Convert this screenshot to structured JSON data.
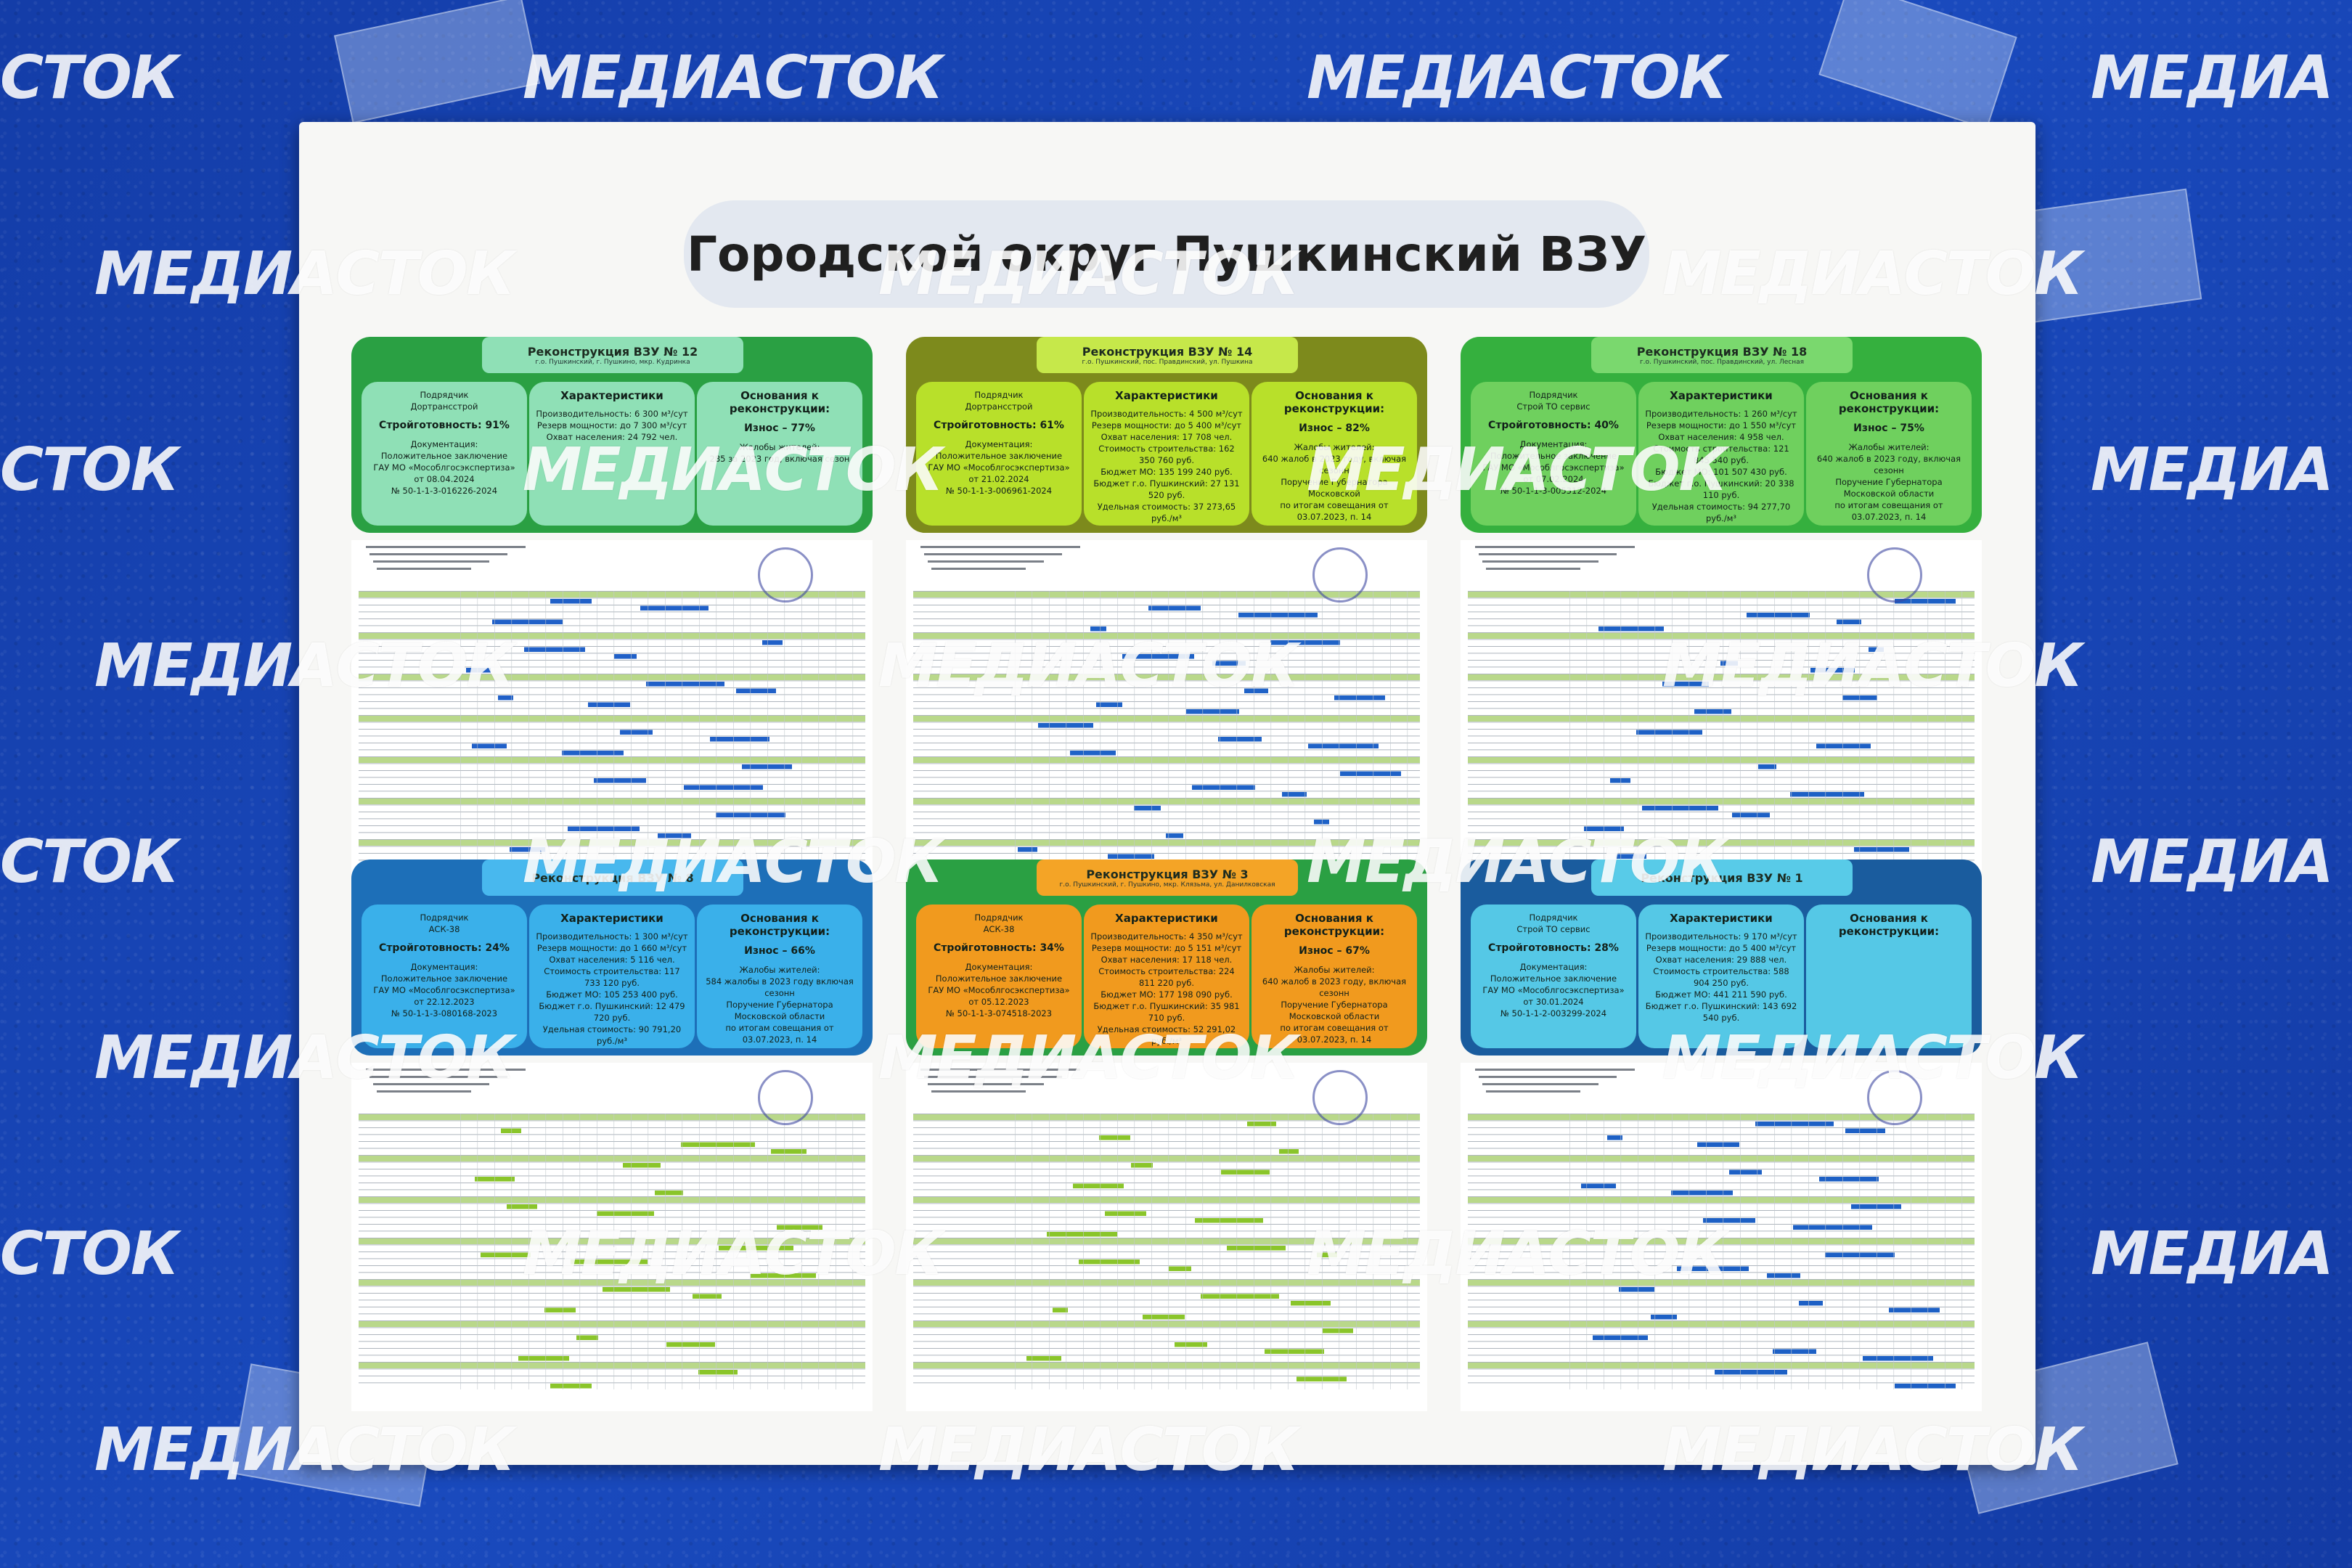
{
  "poster": {
    "title": "Городской округ Пушкинский ВЗУ"
  },
  "watermark": {
    "text": "МЕДИАСТОК",
    "partial_left": "СТОК",
    "partial_right": "МЕДИА"
  },
  "colors": {
    "wall": "#1747b8",
    "green_dark": "#1f9a3c",
    "green_mint": "#8fe0b6",
    "olive": "#7f8a1e",
    "lime": "#b8e02a",
    "bright_green": "#4cc63a",
    "blue_dark": "#1d6fb8",
    "sky": "#3ab0ea",
    "orange": "#f19a1e",
    "navy": "#1a5c9e",
    "cyan": "#55c8e6"
  },
  "panels": [
    {
      "title": "Реконструкция ВЗУ № 12",
      "address": "г.о. Пушкинский, г. Пушкино, мкр. Кудринка",
      "contractor": {
        "label": "Подрядчик",
        "name": "Дортрансстрой",
        "readiness": "Стройготовность: 91%",
        "doc_label": "Документация:",
        "doc_lines": [
          "Положительное заключение",
          "ГАУ МО «Мособлгосэкспертиза»",
          "от 08.04.2024",
          "№ 50-1-1-3-016226-2024"
        ]
      },
      "characteristics": {
        "label": "Характеристики",
        "lines": [
          "Производительность: 6 300 м³/сут",
          "Резерв мощности: до 7 300 м³/сут",
          "Охват населения: 24 792 чел."
        ]
      },
      "grounds": {
        "label": "Основания к реконструкции:",
        "wear": "Износ – 77%",
        "lines": [
          "Жалобы жителей:",
          "285 за 2023 год, включая сезон"
        ]
      }
    },
    {
      "title": "Реконструкция ВЗУ № 14",
      "address": "г.о. Пушкинский, пос. Правдинский, ул. Пушкина",
      "contractor": {
        "label": "Подрядчик",
        "name": "Дортрансстрой",
        "readiness": "Стройготовность: 61%",
        "doc_label": "Документация:",
        "doc_lines": [
          "Положительное заключение",
          "ГАУ МО «Мособлгосэкспертиза»",
          "от 21.02.2024",
          "№ 50-1-1-3-006961-2024"
        ]
      },
      "characteristics": {
        "label": "Характеристики",
        "lines": [
          "Производительность: 4 500 м³/сут",
          "Резерв мощности: до 5 400 м³/сут",
          "Охват населения: 17 708 чел.",
          "Стоимость строительства: 162 350 760 руб.",
          "Бюджет МО: 135 199 240 руб.",
          "Бюджет г.о. Пушкинский: 27 131 520 руб.",
          "Удельная стоимость: 37 273,65 руб./м³"
        ]
      },
      "grounds": {
        "label": "Основания к реконструкции:",
        "wear": "Износ – 82%",
        "lines": [
          "Жалобы жителей:",
          "640 жалоб в 2023 году, включая сезонн",
          "Поручение Губернатора Московской",
          "по итогам совещания от 03.07.2023, п. 14"
        ]
      }
    },
    {
      "title": "Реконструкция ВЗУ № 18",
      "address": "г.о. Пушкинский, пос. Правдинский, ул. Лесная",
      "contractor": {
        "label": "Подрядчик",
        "name": "Строй ТО сервис",
        "readiness": "Стройготовность: 40%",
        "doc_label": "Документация:",
        "doc_lines": [
          "Положительное заключение",
          "ГАУ МО «Мособлгосэкспертиза»",
          "от 07.02.2024",
          "№ 50-1-1-3-005312-2024"
        ]
      },
      "characteristics": {
        "label": "Характеристики",
        "lines": [
          "Производительность: 1 260 м³/сут",
          "Резерв мощности: до 1 550 м³/сут",
          "Охват населения: 4 958 чел.",
          "Стоимость строительства: 121 845 540 руб.",
          "Бюджет МО: 101 507 430 руб.",
          "Бюджет г.о. Пушкинский: 20 338 110 руб.",
          "Удельная стоимость: 94 277,70 руб./м³"
        ]
      },
      "grounds": {
        "label": "Основания к реконструкции:",
        "wear": "Износ – 75%",
        "lines": [
          "Жалобы жителей:",
          "640 жалоб в 2023 году, включая сезонн",
          "Поручение Губернатора Московской области",
          "по итогам совещания от 03.07.2023, п. 14"
        ]
      }
    },
    {
      "title": "Реконструкция ВЗУ № 8",
      "address": "",
      "contractor": {
        "label": "Подрядчик",
        "name": "АСК-38",
        "readiness": "Стройготовность: 24%",
        "doc_label": "Документация:",
        "doc_lines": [
          "Положительное заключение",
          "ГАУ МО «Мособлгосэкспертиза»",
          "от 22.12.2023",
          "№ 50-1-1-3-080168-2023"
        ]
      },
      "characteristics": {
        "label": "Характеристики",
        "lines": [
          "Производительность: 1 300 м³/сут",
          "Резерв мощности: до 1 660 м³/сут",
          "Охват населения: 5 116 чел.",
          "Стоимость строительства: 117 733 120 руб.",
          "Бюджет МО: 105 253 400 руб.",
          "Бюджет г.о. Пушкинский: 12 479 720 руб.",
          "Удельная стоимость: 90 791,20 руб./м³"
        ]
      },
      "grounds": {
        "label": "Основания к реконструкции:",
        "wear": "Износ – 66%",
        "lines": [
          "Жалобы жителей:",
          "584 жалобы в 2023 году включая сезонн",
          "Поручение Губернатора Московской области",
          "по итогам совещания от 03.07.2023, п. 14"
        ]
      }
    },
    {
      "title": "Реконструкция ВЗУ № 3",
      "address": "г.о. Пушкинский, г. Пушкино, мкр. Клязьма, ул. Данилковская",
      "contractor": {
        "label": "Подрядчик",
        "name": "АСК-38",
        "readiness": "Стройготовность: 34%",
        "doc_label": "Документация:",
        "doc_lines": [
          "Положительное заключение",
          "ГАУ МО «Мособлгосэкспертиза»",
          "от 05.12.2023",
          "№ 50-1-1-3-074518-2023"
        ]
      },
      "characteristics": {
        "label": "Характеристики",
        "lines": [
          "Производительность: 4 350 м³/сут",
          "Резерв мощности: до 5 151 м³/сут",
          "Охват населения: 17 118 чел.",
          "Стоимость строительства: 224 811 220 руб.",
          "Бюджет МО: 177 198 090 руб.",
          "Бюджет г.о. Пушкинский: 35 981 710 руб.",
          "Удельная стоимость: 52 291,02 руб./м³"
        ]
      },
      "grounds": {
        "label": "Основания к реконструкции:",
        "wear": "Износ – 67%",
        "lines": [
          "Жалобы жителей:",
          "640 жалоб в 2023 году, включая сезонн",
          "Поручение Губернатора Московской области",
          "по итогам совещания от 03.07.2023, п. 14"
        ]
      }
    },
    {
      "title": "Реконструкция ВЗУ № 1",
      "address": "",
      "contractor": {
        "label": "Подрядчик",
        "name": "Строй ТО сервис",
        "readiness": "Стройготовность: 28%",
        "doc_label": "Документация:",
        "doc_lines": [
          "Положительное заключение",
          "ГАУ МО «Мособлгосэкспертиза»",
          "от 30.01.2024",
          "№ 50-1-1-2-003299-2024"
        ]
      },
      "characteristics": {
        "label": "Характеристики",
        "lines": [
          "Производительность: 9 170 м³/сут",
          "Резерв мощности: до 5 400 м³/сут",
          "Охват населения: 29 888 чел.",
          "Стоимость строительства: 588 904 250 руб.",
          "Бюджет МО: 441 211 590 руб.",
          "Бюджет г.о. Пушкинский: 143 692 540 руб."
        ]
      },
      "grounds": {
        "label": "Основания к реконструкции:",
        "wear": "",
        "lines": []
      }
    }
  ]
}
